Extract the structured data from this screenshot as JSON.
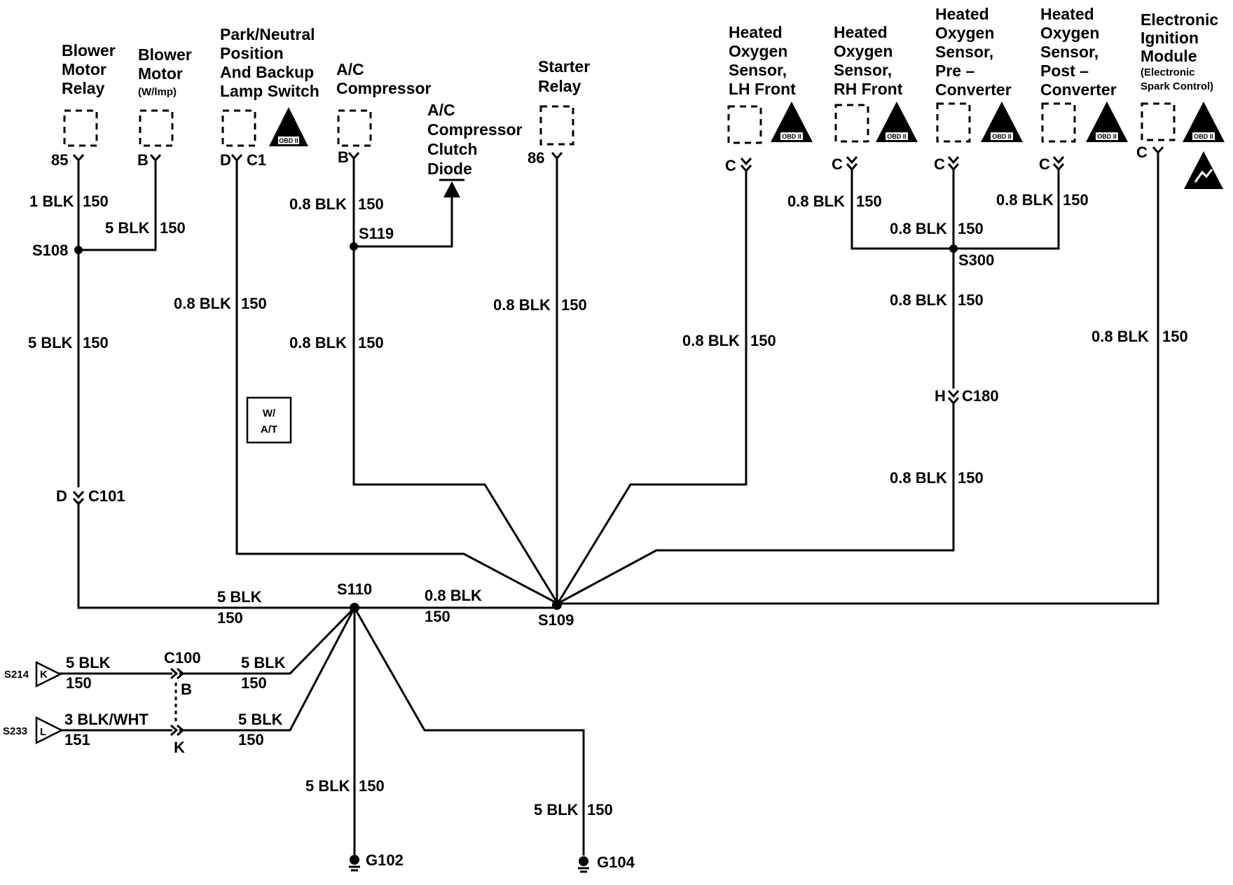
{
  "components": {
    "blower_motor_relay": [
      "Blower",
      "Motor",
      "Relay"
    ],
    "blower_motor": [
      "Blower",
      "Motor"
    ],
    "blower_motor_note": "(W/lmp)",
    "park_neutral_switch": [
      "Park/Neutral",
      "Position",
      "And Backup",
      "Lamp Switch"
    ],
    "ac_compressor": [
      "A/C",
      "Compressor"
    ],
    "ac_clutch_diode": [
      "A/C",
      "Compressor",
      "Clutch",
      "Diode"
    ],
    "starter_relay": [
      "Starter",
      "Relay"
    ],
    "ho2s_lh_front": [
      "Heated",
      "Oxygen",
      "Sensor,",
      "LH Front"
    ],
    "ho2s_rh_front": [
      "Heated",
      "Oxygen",
      "Sensor,",
      "RH Front"
    ],
    "ho2s_pre": [
      "Heated",
      "Oxygen",
      "Sensor,",
      "Pre –",
      "Converter"
    ],
    "ho2s_post": [
      "Heated",
      "Oxygen",
      "Sensor,",
      "Post –",
      "Converter"
    ],
    "eim": [
      "Electronic",
      "Ignition",
      "Module"
    ],
    "eim_note": [
      "(Electronic",
      "Spark Control)"
    ]
  },
  "obd_badge": "OBD II",
  "pins": {
    "p85": "85",
    "pB1": "B",
    "pD": "D",
    "pC1": "C1",
    "pB2": "B",
    "p86": "86",
    "pC_lh": "C",
    "pC_rh": "C",
    "pC_pre": "C",
    "pC_post": "C",
    "pC_eim": "C"
  },
  "wires": {
    "w1_gauge": "1 BLK",
    "w1_circ": "150",
    "w2_gauge": "5 BLK",
    "w2_circ": "150",
    "w3_gauge": "0.8 BLK",
    "w3_circ": "150",
    "w4_gauge": "0.8 BLK",
    "w4_circ": "150",
    "w5_gauge": "5 BLK",
    "w5_circ": "150",
    "w6_gauge": "0.8 BLK",
    "w6_circ": "150",
    "w7_gauge": "0.8 BLK",
    "w7_circ": "150",
    "w8_gauge": "0.8 BLK",
    "w8_circ": "150",
    "w9_gauge": "0.8 BLK",
    "w9_circ": "150",
    "w10_gauge": "0.8 BLK",
    "w10_circ": "150",
    "w11_gauge": "0.8 BLK",
    "w11_circ": "150",
    "w12_gauge": "0.8 BLK",
    "w12_circ": "150",
    "w13_gauge": "0.8 BLK",
    "w13_circ": "150",
    "w14_gauge": "0.8 BLK",
    "w14_circ": "150",
    "w15_gauge": "5 BLK",
    "w15_circ": "150",
    "w16_gauge": "0.8 BLK",
    "w16_circ": "150",
    "w17_gauge": "5 BLK",
    "w17_circ": "150",
    "w18_gauge": "5 BLK",
    "w18_circ": "150",
    "w19_gauge": "3 BLK/WHT",
    "w19_circ": "151",
    "w20_gauge": "5 BLK",
    "w20_circ": "150",
    "w21_gauge": "5 BLK",
    "w21_circ": "150",
    "w22_gauge": "5 BLK",
    "w22_circ": "150"
  },
  "splices": {
    "s108": "S108",
    "s119": "S119",
    "s300": "S300",
    "s110": "S110",
    "s109": "S109"
  },
  "connectors": {
    "c101_pin": "D",
    "c101": "C101",
    "c180_pin": "H",
    "c180": "C180",
    "c100": "C100",
    "c100_pin_b": "B",
    "c100_pin_k": "K"
  },
  "option_box": [
    "W/",
    "A/T"
  ],
  "refs": {
    "s214": "S214",
    "s214_pin": "K",
    "s233": "S233",
    "s233_pin": "L"
  },
  "grounds": {
    "g102": "G102",
    "g104": "G104"
  }
}
